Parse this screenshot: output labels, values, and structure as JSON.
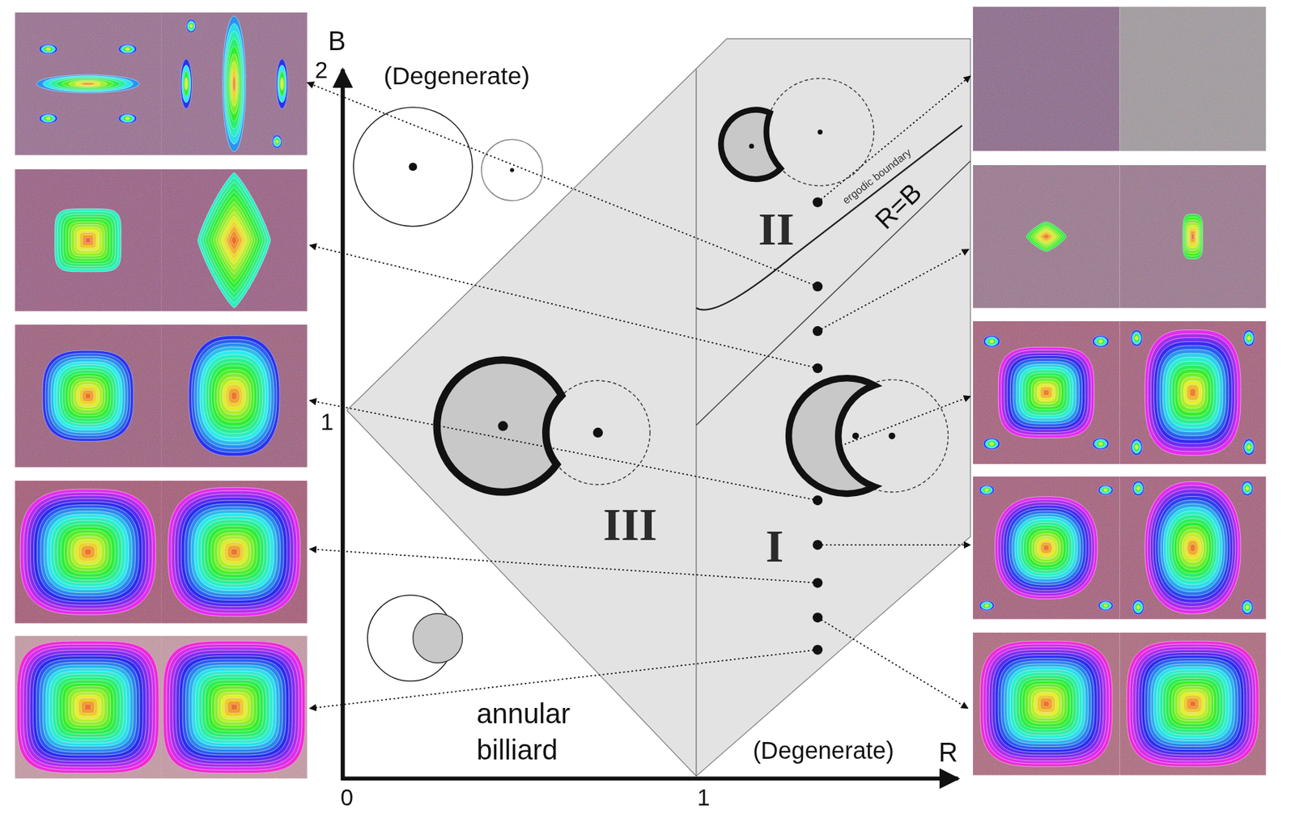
{
  "diagram": {
    "labels": [
      "B",
      "2",
      "(Degenerate)",
      "II",
      "ergodic boundary",
      "R=B",
      "1",
      "III",
      "I",
      "annular billiard",
      "(Degenerate)",
      "R",
      "0",
      "1"
    ]
  }
}
